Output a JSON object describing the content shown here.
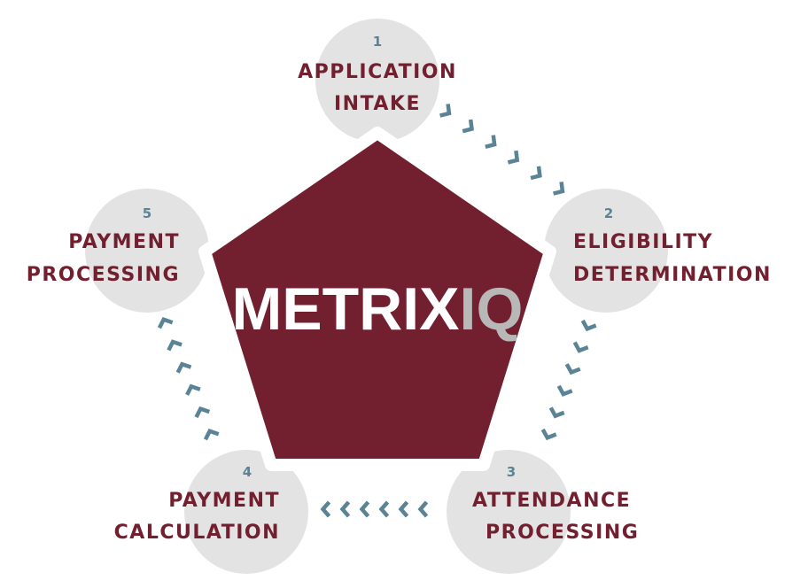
{
  "logo": {
    "word_main": "METRIX",
    "word_accent": "IQ",
    "main_color": "#ffffff",
    "accent_color": "#b8b8b8"
  },
  "colors": {
    "pentagon": "#722030",
    "circle": "#e3e3e3",
    "label": "#722030",
    "number": "#5a8496",
    "arrow": "#5a8496"
  },
  "steps": [
    {
      "number": "1",
      "line1": "APPLICATION",
      "line2": "INTAKE"
    },
    {
      "number": "2",
      "line1": "ELIGIBILITY",
      "line2": "DETERMINATION"
    },
    {
      "number": "3",
      "line1": "ATTENDANCE",
      "line2": "PROCESSING"
    },
    {
      "number": "4",
      "line1": "PAYMENT",
      "line2": "CALCULATION"
    },
    {
      "number": "5",
      "line1": "PAYMENT",
      "line2": "PROCESSING"
    }
  ]
}
